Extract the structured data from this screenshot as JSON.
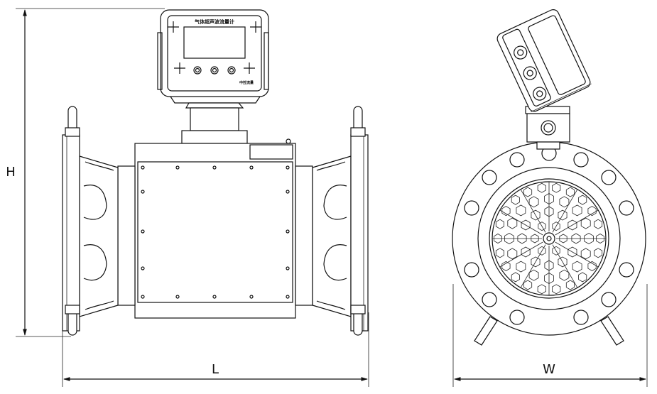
{
  "labels": {
    "height": "H",
    "length": "L",
    "width": "W"
  },
  "display": {
    "title": "气体超声波流量计",
    "brand": "中控流量"
  }
}
